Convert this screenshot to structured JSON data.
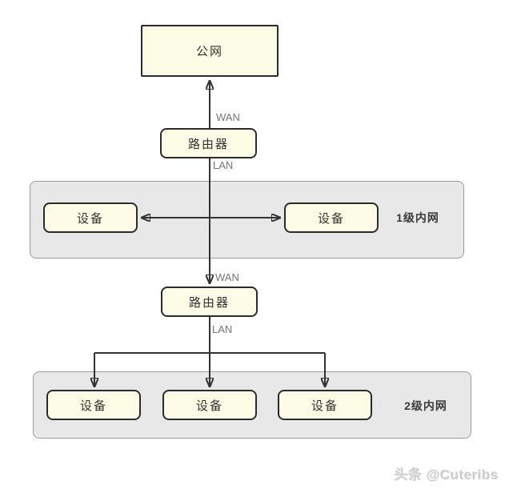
{
  "nodes": {
    "public_net": "公网",
    "router_1": "路由器",
    "router_2": "路由器"
  },
  "links": {
    "wan_1": "WAN",
    "lan_1": "LAN",
    "wan_2": "WAN",
    "lan_2": "LAN"
  },
  "zones": [
    {
      "label": "1级内网",
      "devices": [
        "设备",
        "设备"
      ]
    },
    {
      "label": "2级内网",
      "devices": [
        "设备",
        "设备",
        "设备"
      ]
    }
  ],
  "watermark": "头条 @Cuteribs",
  "colors": {
    "node_fill": "#FCFCE6",
    "node_border": "#2B2B2B",
    "zone_fill": "#E8E8E8",
    "zone_border": "#9B9B9B",
    "connector": "#333333",
    "port_label_text": "#767676",
    "watermark_text": "#CDCDCD"
  }
}
